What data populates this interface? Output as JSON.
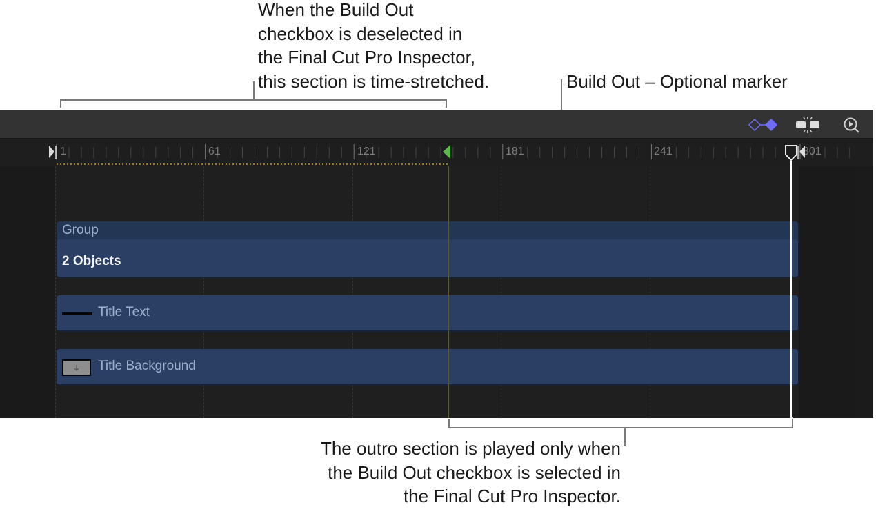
{
  "annotations": {
    "build_out_stretch": [
      "When the Build Out",
      "checkbox is deselected in",
      "the Final Cut Pro Inspector,",
      "this section is time-stretched."
    ],
    "build_out_marker": "Build Out – Optional marker",
    "outro_section": [
      "The outro section is played only when",
      "the Build Out checkbox is selected in",
      "the Final Cut Pro Inspector."
    ]
  },
  "toolbar": {
    "keyframe_icon": "keyframe-diamonds-icon",
    "snap_icon": "snap-split-icon",
    "zoom_icon": "zoom-to-playhead-icon"
  },
  "ruler": {
    "labels": [
      "1",
      "61",
      "121",
      "181",
      "241",
      "301"
    ]
  },
  "tracks": {
    "group_name": "Group",
    "group_summary": "2 Objects",
    "title_text": "Title Text",
    "title_background": "Title Background"
  },
  "colors": {
    "marker_green": "#5db94a",
    "track_blue": "#2a3f63",
    "keyframe_accent": "#6d6cf2",
    "dotted_range": "#c79a3a"
  }
}
